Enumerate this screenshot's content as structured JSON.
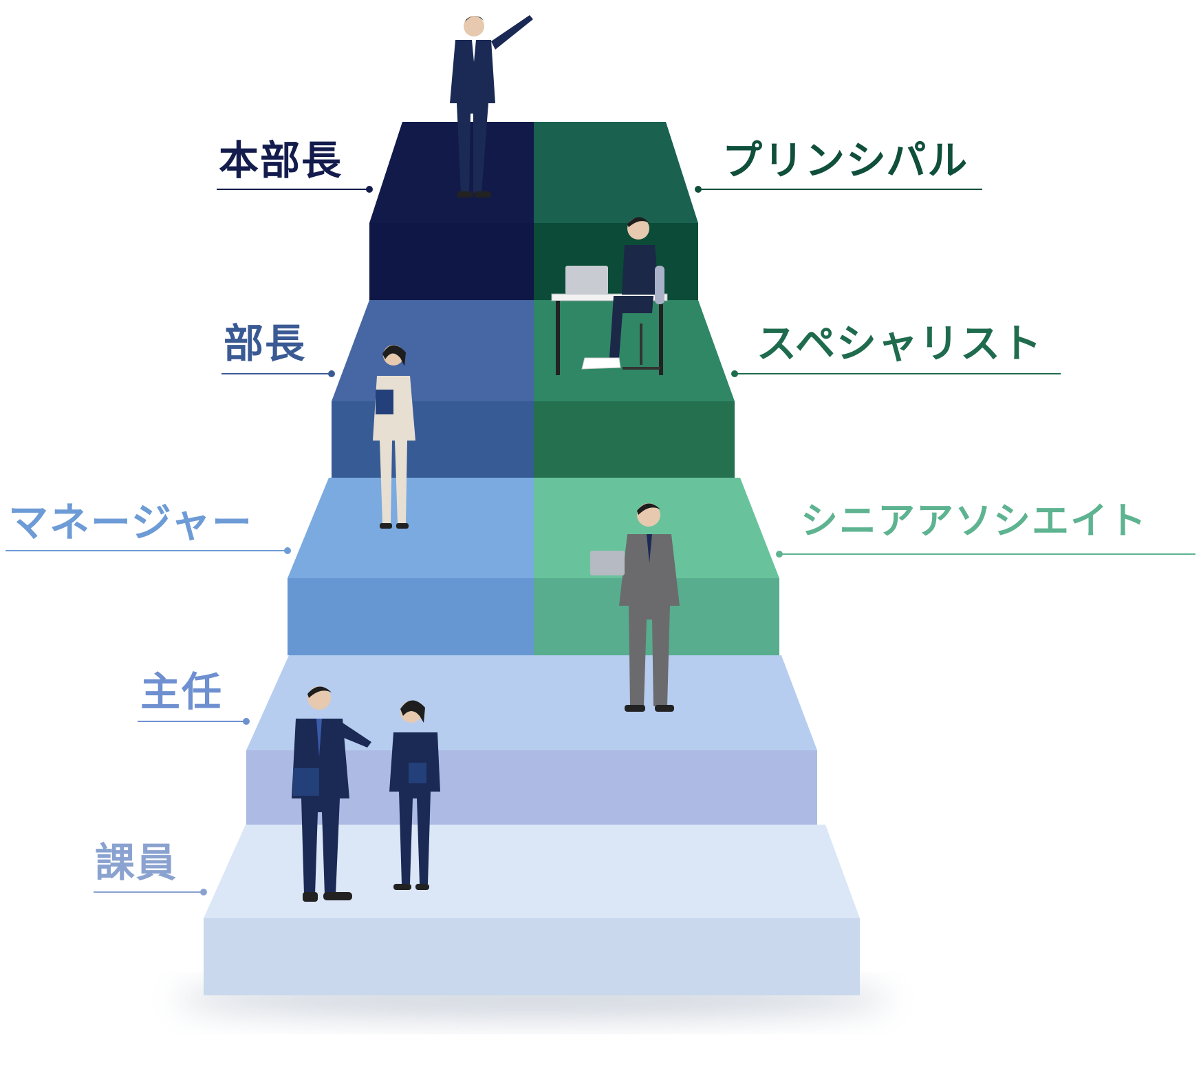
{
  "left_track": [
    {
      "id": "honbucho",
      "label": "本部長",
      "color": "#141c4d"
    },
    {
      "id": "bucho",
      "label": "部長",
      "color": "#3a5a94"
    },
    {
      "id": "manager",
      "label": "マネージャー",
      "color": "#6d9bd6"
    }
  ],
  "right_track": [
    {
      "id": "principal",
      "label": "プリンシパル",
      "color": "#0f4f3b"
    },
    {
      "id": "specialist",
      "label": "スペシャリスト",
      "color": "#1f6b4d"
    },
    {
      "id": "senior_associate",
      "label": "シニアアソシエイト",
      "color": "#5eb391"
    }
  ],
  "shared_track": [
    {
      "id": "shunin",
      "label": "主任",
      "color": "#6e8fd0"
    },
    {
      "id": "kain",
      "label": "課員",
      "color": "#8aa2cf"
    }
  ],
  "colors": {
    "step_top_navy": "#121a4a",
    "step_front_navy": "#0e1745",
    "step_top_green_dark": "#1a6150",
    "step_front_green_dark": "#0b4b37",
    "step_top_blue_mid": "#4667a3",
    "step_front_blue_mid": "#375b94",
    "step_top_green_mid": "#2f8765",
    "step_front_green_mid": "#24704f",
    "step_top_blue_light": "#7aaae0",
    "step_front_blue_light": "#6797d2",
    "step_top_green_light": "#68c39c",
    "step_front_green_light": "#57ad8d",
    "step_top_lav": "#b6cdf0",
    "step_front_lav": "#adbbe4",
    "step_top_pale": "#dbe7f7",
    "step_front_pale": "#c9d8ec"
  }
}
